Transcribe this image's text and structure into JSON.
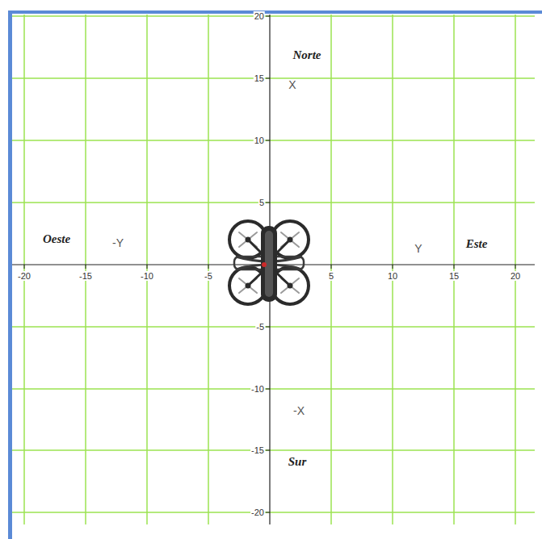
{
  "diagram": {
    "labels": [
      "Norte",
      "X",
      "Oeste",
      "-Y",
      "Y",
      "Este",
      "-X",
      "Sur",
      "-20",
      "-15",
      "-10",
      "-5",
      "5",
      "10",
      "15",
      "20",
      "20",
      "15",
      "10",
      "5",
      "-5",
      "-10",
      "-15",
      "-20"
    ]
  }
}
